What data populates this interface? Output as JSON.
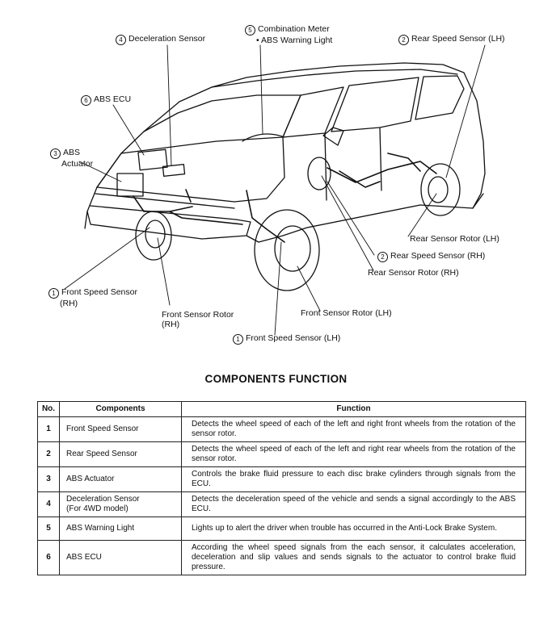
{
  "diagram": {
    "labels": {
      "decel_num": "4",
      "decel_text": "Deceleration Sensor",
      "meter_num": "5",
      "meter_text": "Combination Meter",
      "meter_sub": "• ABS Warning Light",
      "rear_lh_num": "2",
      "rear_lh_text": "Rear Speed Sensor (LH)",
      "ecu_num": "6",
      "ecu_text": "ABS ECU",
      "act_num": "3",
      "act_text": "ABS",
      "act_sub": "Actuator",
      "rear_rotor_lh": "Rear Sensor Rotor (LH)",
      "rear_rh_num": "2",
      "rear_rh_text": "Rear Speed Sensor (RH)",
      "rear_rotor_rh": "Rear Sensor Rotor (RH)",
      "front_rh_num": "1",
      "front_rh_text": "Front Speed Sensor",
      "front_rh_sub": "(RH)",
      "front_rotor_rh": "Front Sensor Rotor",
      "front_rotor_rh_sub": "(RH)",
      "front_rotor_lh": "Front Sensor Rotor (LH)",
      "front_lh_num": "1",
      "front_lh_text": "Front Speed Sensor (LH)"
    }
  },
  "section_title": "COMPONENTS FUNCTION",
  "table": {
    "headers": {
      "no": "No.",
      "components": "Components",
      "function": "Function"
    },
    "rows": [
      {
        "no": "1",
        "component": "Front Speed Sensor",
        "component_sub": "",
        "function": "Detects the wheel speed of each of the left and right front wheels from the rotation of the sensor rotor."
      },
      {
        "no": "2",
        "component": "Rear Speed Sensor",
        "component_sub": "",
        "function": "Detects the wheel speed of each of the left and right rear wheels from the rotation of the sensor rotor."
      },
      {
        "no": "3",
        "component": "ABS Actuator",
        "component_sub": "",
        "function": "Controls the brake fluid pressure to each disc brake cylinders through signals from the ECU."
      },
      {
        "no": "4",
        "component": "Deceleration Sensor",
        "component_sub": "(For 4WD model)",
        "function": "Detects the deceleration speed of the vehicle and sends a signal accordingly to the ABS ECU."
      },
      {
        "no": "5",
        "component": "ABS Warning Light",
        "component_sub": "",
        "function": "Lights up to alert the driver when trouble has occurred in the Anti-Lock Brake System."
      },
      {
        "no": "6",
        "component": "ABS ECU",
        "component_sub": "",
        "function": "According the wheel speed signals from the each sensor, it calculates acceleration, deceleration and slip values and sends signals to the actuator to control brake fluid pressure."
      }
    ]
  }
}
